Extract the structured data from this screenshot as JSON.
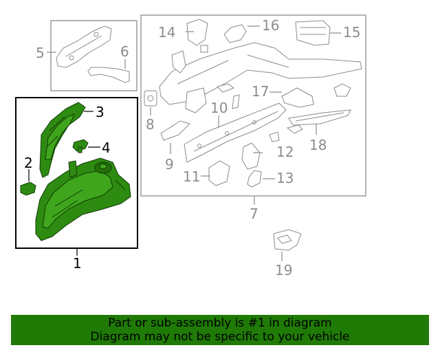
{
  "colors": {
    "highlight": "#2e8b11",
    "highlight_dark": "#0f3a05",
    "muted_line": "#8a8a8a",
    "muted_text": "#8c8c8c",
    "banner_bg": "#1f7a06",
    "frame": "#000000"
  },
  "callouts": {
    "c1": "1",
    "c2": "2",
    "c3": "3",
    "c4": "4",
    "c5": "5",
    "c6": "6",
    "c7": "7",
    "c8": "8",
    "c9": "9",
    "c10": "10",
    "c11": "11",
    "c12": "12",
    "c13": "13",
    "c14": "14",
    "c15": "15",
    "c16": "16",
    "c17": "17",
    "c18": "18",
    "c19": "19"
  },
  "banner": {
    "line1": "Part or sub-assembly is #1 in diagram",
    "line2": "Diagram may not be specific to your vehicle"
  }
}
